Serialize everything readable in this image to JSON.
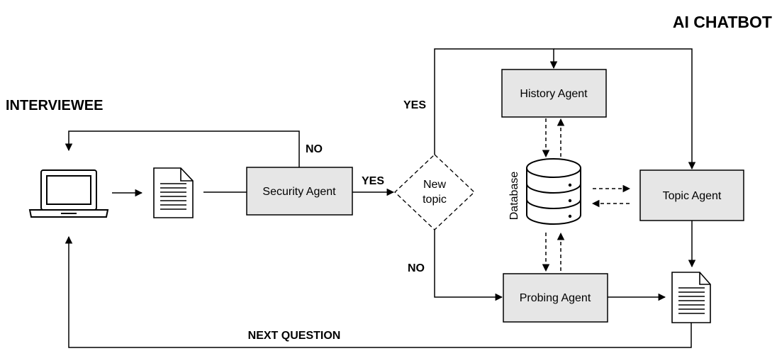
{
  "titles": {
    "chatbot": "AI CHATBOT",
    "interviewee": "INTERVIEWEE"
  },
  "agents": {
    "security": "Security Agent",
    "history": "History Agent",
    "topic": "Topic Agent",
    "probing": "Probing Agent"
  },
  "decision": {
    "line1": "New",
    "line2": "topic"
  },
  "database_label": "Database",
  "edge_labels": {
    "security_no": "NO",
    "security_yes": "YES",
    "topic_yes": "YES",
    "topic_no": "NO",
    "next_question": "NEXT QUESTION"
  },
  "colors": {
    "agent_fill": "#e6e6e6",
    "stroke": "#000000"
  }
}
